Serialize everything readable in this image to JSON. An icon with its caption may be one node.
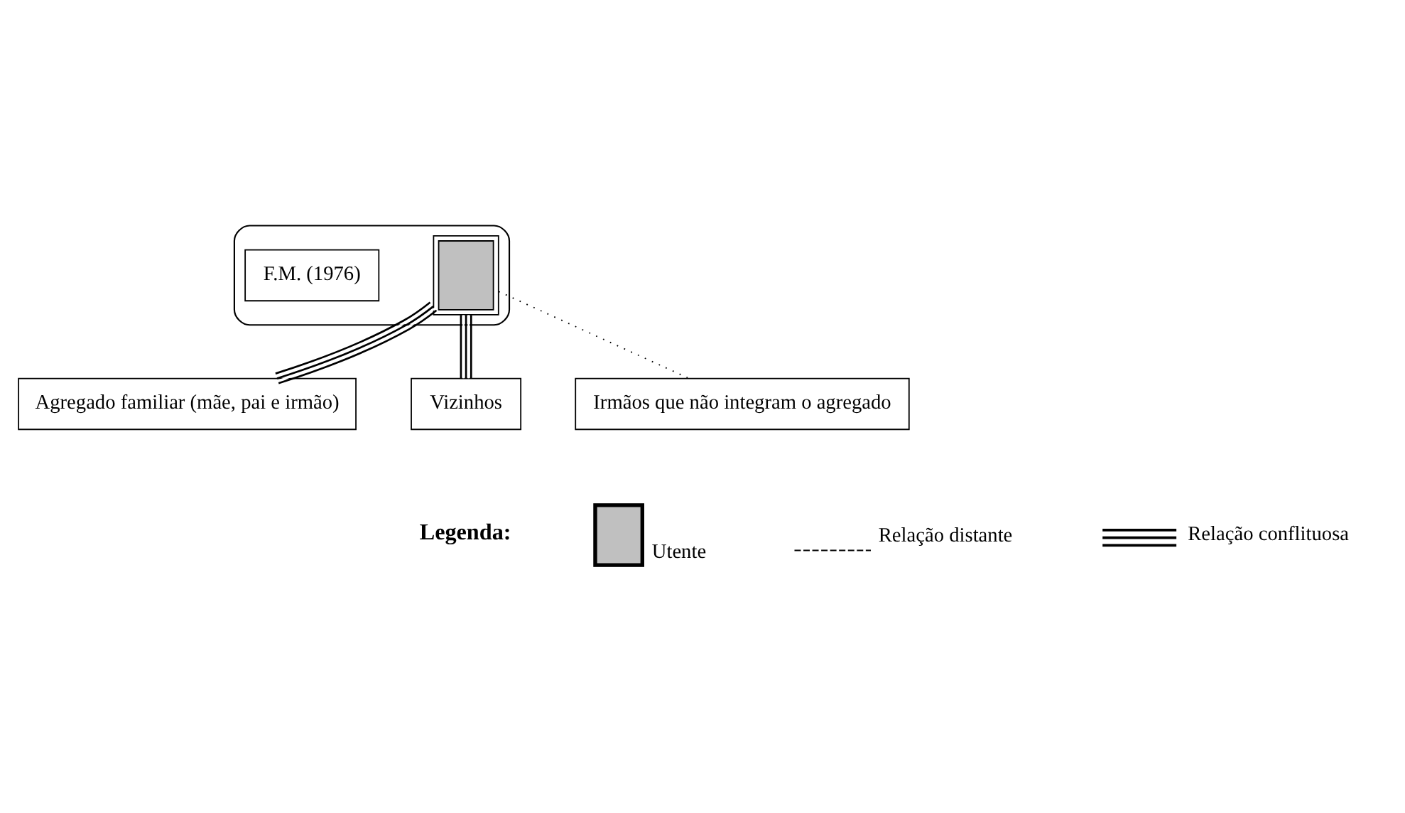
{
  "diagram": {
    "nodes": [
      {
        "text": [],
        "shape": "ellipse"
      },
      {
        "text": [],
        "shape": "box",
        "in": 0
      },
      {
        "text": [
          "F.M. (1976)"
        ],
        "in": 0
      },
      {
        "text": [
          "Agregado familiar (mãe, pai e irmão)"
        ]
      },
      {
        "text": [
          "Vizinhos"
        ]
      },
      {
        "text": [
          "Irmãos que não integram o agregado"
        ]
      }
    ],
    "edges": [
      {
        "from": 1,
        "to": 3,
        "arrow": "none"
      },
      {
        "from": 1,
        "to": 4,
        "arrow": "none"
      },
      {
        "from": 1,
        "to": 5,
        "arrow": "none",
        "style": "dashed"
      }
    ],
    "labels": [
      "Legenda:"
    ],
    "legend": [
      {
        "text": "Utente"
      },
      {
        "text": "Relação distante"
      },
      {
        "text": "Relação conflituosa"
      }
    ]
  }
}
